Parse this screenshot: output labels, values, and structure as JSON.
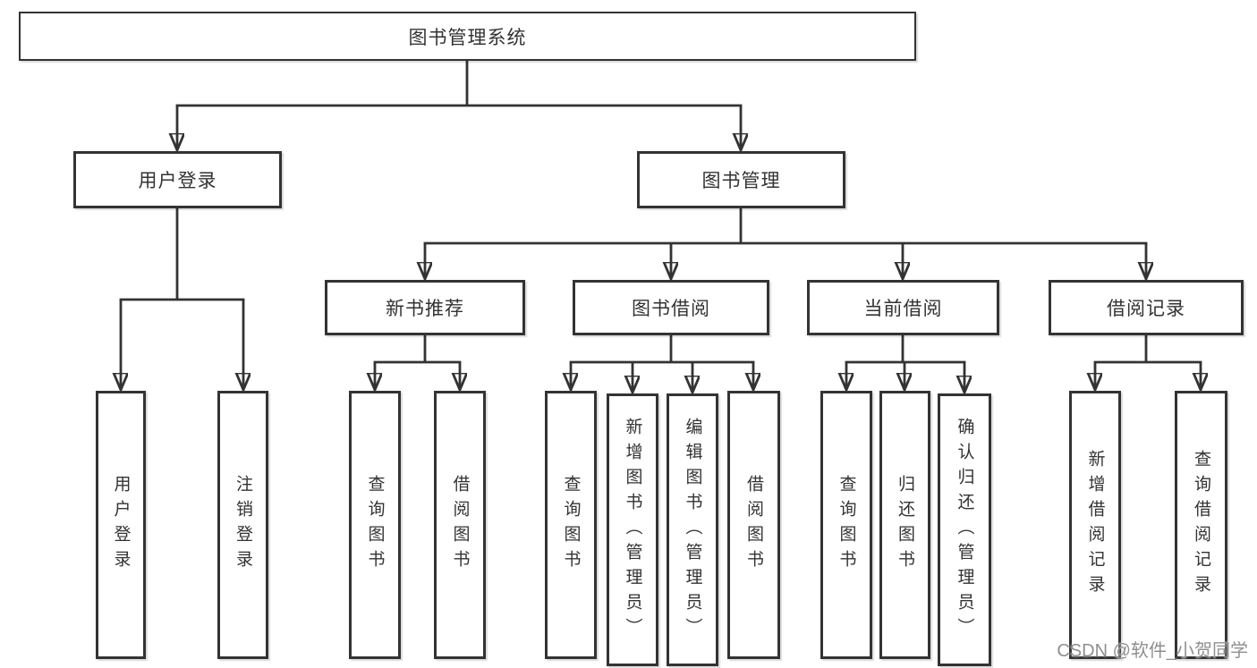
{
  "diagram": {
    "type": "hierarchy-tree",
    "tree": {
      "root": "图书管理系统",
      "branches": [
        {
          "label": "用户登录",
          "children": [
            {
              "label": "用户登录"
            },
            {
              "label": "注销登录"
            }
          ]
        },
        {
          "label": "图书管理",
          "children": [
            {
              "label": "新书推荐",
              "children": [
                {
                  "label": "查询图书"
                },
                {
                  "label": "借阅图书"
                }
              ]
            },
            {
              "label": "图书借阅",
              "children": [
                {
                  "label": "查询图书"
                },
                {
                  "label": "新增图书（管理员）"
                },
                {
                  "label": "编辑图书（管理员）"
                },
                {
                  "label": "借阅图书"
                }
              ]
            },
            {
              "label": "当前借阅",
              "children": [
                {
                  "label": "查询图书"
                },
                {
                  "label": "归还图书"
                },
                {
                  "label": "确认归还（管理员）"
                }
              ]
            },
            {
              "label": "借阅记录",
              "children": [
                {
                  "label": "新增借阅记录"
                },
                {
                  "label": "查询借阅记录"
                }
              ]
            }
          ]
        }
      ]
    }
  },
  "watermark": "CSDN @软件_小贺同学",
  "colors": {
    "line": "#333333",
    "box_border": "#333333",
    "text": "#333333",
    "watermark_text": "#8f8f8f",
    "background": "#ffffff"
  }
}
